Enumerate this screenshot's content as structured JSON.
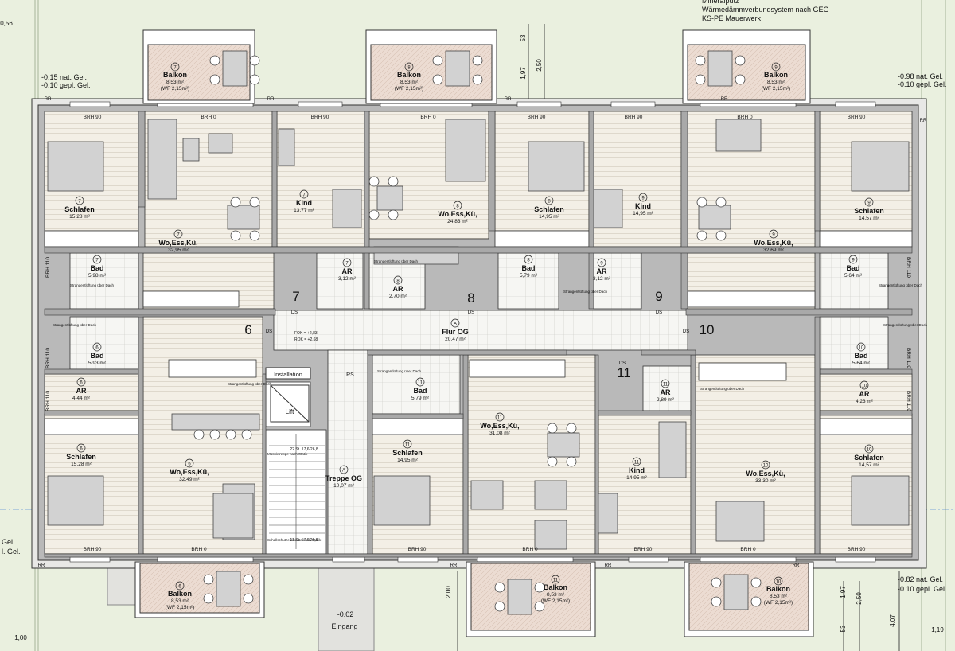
{
  "notes": {
    "top_right": [
      "Mineralputz",
      "Wärmedämmverbundsystem nach GEG",
      "KS-PE Mauerwerk"
    ],
    "level_tl_1": "-0.15 nat. Gel.",
    "level_tl_2": "-0.10 gepl. Gel.",
    "level_tr_1": "-0.98 nat. Gel.",
    "level_tr_2": "-0.10 gepl. Gel.",
    "level_br_1": "-0.82 nat. Gel.",
    "level_br_2": "-0.10 gepl. Gel.",
    "level_left_1": "Gel.",
    "level_left_2": "l. Gel.",
    "left_top": "0,56",
    "entrance_level": "-0.02",
    "entrance": "Eingang"
  },
  "dims": {
    "d053_top": "53",
    "d197_top": "1,97",
    "d250_top": "2,50",
    "d200_bot": "2,00",
    "d197_bot": "1,97",
    "d250_bot": "2,50",
    "d053_bot": "53",
    "d407": "4,07",
    "d119": "1,19",
    "d100": "1,00"
  },
  "brh": [
    "BRH 90",
    "BRH 0",
    "BRH 90",
    "BRH 0",
    "BRH 90",
    "BRH 90",
    "BRH 0",
    "BRH 90"
  ],
  "brh_bottom": [
    "BRH 90",
    "BRH 0",
    "BRH 90",
    "BRH 0",
    "BRH 90",
    "BRH 0",
    "BRH 90"
  ],
  "brh_side": [
    "BRH 110",
    "BRH 110",
    "BRH 110",
    "BRH 110",
    "BRH 110",
    "BRH 110"
  ],
  "unit_numbers": [
    "6",
    "7",
    "8",
    "9",
    "10",
    "11"
  ],
  "balconies": [
    {
      "num": "7",
      "name": "Balkon",
      "area": "8,53 m²",
      "wf": "(WF 2,15m²)"
    },
    {
      "num": "8",
      "name": "Balkon",
      "area": "8,53 m²",
      "wf": "(WF 2,15m²)"
    },
    {
      "num": "9",
      "name": "Balkon",
      "area": "8,53 m²",
      "wf": "(WF 2,15m²)"
    },
    {
      "num": "6",
      "name": "Balkon",
      "area": "8,53 m²",
      "wf": "(WF 2,15m²)"
    },
    {
      "num": "11",
      "name": "Balkon",
      "area": "8,53 m²",
      "wf": "(WF 2,15m²)"
    },
    {
      "num": "10",
      "name": "Balkon",
      "area": "8,53 m²",
      "wf": "(WF 2,15m²)"
    }
  ],
  "rooms": [
    {
      "num": "7",
      "name": "Schlafen",
      "area": "15,28 m²"
    },
    {
      "num": "7",
      "name": "Wo,Ess,Kü,",
      "area": "32,95 m²"
    },
    {
      "num": "7",
      "name": "Kind",
      "area": "13,77 m²"
    },
    {
      "num": "8",
      "name": "Wo,Ess,Kü,",
      "area": "24,83 m²"
    },
    {
      "num": "8",
      "name": "Schlafen",
      "area": "14,95 m²"
    },
    {
      "num": "9",
      "name": "Kind",
      "area": "14,95 m²"
    },
    {
      "num": "9",
      "name": "Wo,Ess,Kü,",
      "area": "32,69 m²"
    },
    {
      "num": "9",
      "name": "Schlafen",
      "area": "14,57 m²"
    },
    {
      "num": "7",
      "name": "Bad",
      "area": "5,98 m²"
    },
    {
      "num": "7",
      "name": "AR",
      "area": "3,12 m²"
    },
    {
      "num": "8",
      "name": "AR",
      "area": "2,70 m²"
    },
    {
      "num": "8",
      "name": "Bad",
      "area": "5,79 m²"
    },
    {
      "num": "9",
      "name": "AR",
      "area": "3,12 m²"
    },
    {
      "num": "9",
      "name": "Bad",
      "area": "5,64 m²"
    },
    {
      "num": "A",
      "name": "Flur OG",
      "area": "20,47 m²"
    },
    {
      "num": "6",
      "name": "Bad",
      "area": "5,93 m²"
    },
    {
      "num": "10",
      "name": "Bad",
      "area": "5,64 m²"
    },
    {
      "num": "6",
      "name": "AR",
      "area": "4,44 m²"
    },
    {
      "num": "11",
      "name": "Bad",
      "area": "5,79 m²"
    },
    {
      "num": "11",
      "name": "AR",
      "area": "2,89 m²"
    },
    {
      "num": "10",
      "name": "AR",
      "area": "4,23 m²"
    },
    {
      "num": "11",
      "name": "Wo,Ess,Kü,",
      "area": "31,08 m²"
    },
    {
      "num": "6",
      "name": "Schlafen",
      "area": "15,28 m²"
    },
    {
      "num": "6",
      "name": "Wo,Ess,Kü,",
      "area": "32,49 m²"
    },
    {
      "num": "11",
      "name": "Schlafen",
      "area": "14,95 m²"
    },
    {
      "num": "11",
      "name": "Kind",
      "area": "14,95 m²"
    },
    {
      "num": "10",
      "name": "Wo,Ess,Kü,",
      "area": "33,30 m²"
    },
    {
      "num": "10",
      "name": "Schlafen",
      "area": "14,57 m²"
    },
    {
      "num": "A",
      "name": "Treppe OG",
      "area": "10,07 m²"
    }
  ],
  "installation": "Installation",
  "lift": "Lift",
  "rs": "RS",
  "ds": [
    "DS",
    "DS",
    "DS",
    "DS",
    "DS",
    "DS"
  ],
  "ok": "FOK = +2,83",
  "rok": "ROK = +2,68",
  "stair_note_top": "Massivtreppe nach Statik",
  "stair_note_bot": "Schallschutzelemente nach Statik",
  "stair_dim_top": "22 St. 17,6/26,8",
  "stair_dim_bot": "11 St. 17,6/26,8",
  "vent_note": "Strangentlüftung über Dach",
  "rr": "RR"
}
